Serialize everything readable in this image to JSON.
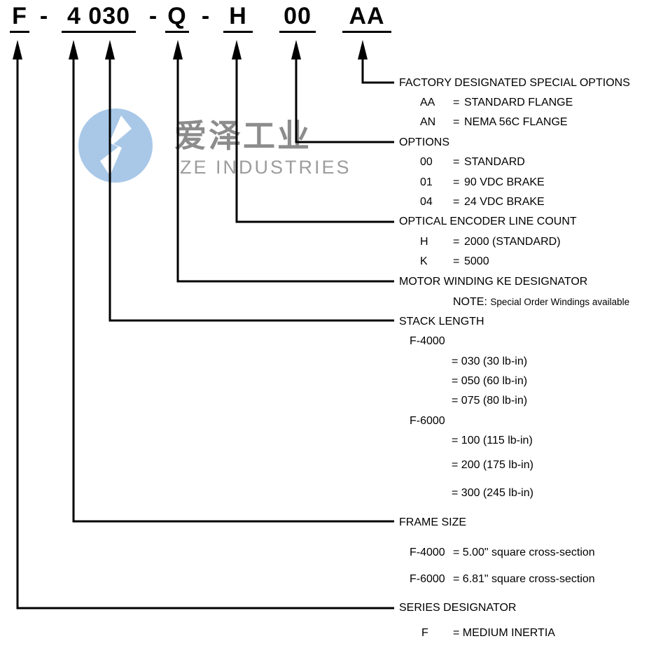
{
  "part_number": {
    "segments": [
      {
        "text": "F"
      },
      {
        "text": "-"
      },
      {
        "text": "4 030"
      },
      {
        "text": "-"
      },
      {
        "text": "Q"
      },
      {
        "text": "-"
      },
      {
        "text": "H"
      },
      {
        "text": "00"
      },
      {
        "text": "AA"
      }
    ]
  },
  "watermark": {
    "cjk": "爱泽工业",
    "latin": "ZE INDUSTRIES",
    "logo_color": "#a9c8e8",
    "cjk_color": "#8c8c8c",
    "latin_color": "#9c9c9c"
  },
  "sections": {
    "factory": {
      "label": "FACTORY DESIGNATED SPECIAL OPTIONS",
      "items": [
        {
          "code": "AA",
          "eq": "=",
          "value": "STANDARD FLANGE"
        },
        {
          "code": "AN",
          "eq": "=",
          "value": "NEMA 56C FLANGE"
        }
      ]
    },
    "options": {
      "label": "OPTIONS",
      "items": [
        {
          "code": "00",
          "eq": "=",
          "value": "STANDARD"
        },
        {
          "code": "01",
          "eq": "=",
          "value": "90 VDC BRAKE"
        },
        {
          "code": "04",
          "eq": "=",
          "value": "24 VDC BRAKE"
        }
      ]
    },
    "encoder": {
      "label": "OPTICAL ENCODER LINE COUNT",
      "items": [
        {
          "code": "H",
          "eq": "=",
          "value": "2000 (STANDARD)"
        },
        {
          "code": "K",
          "eq": "=",
          "value": "5000"
        }
      ]
    },
    "winding": {
      "label": "MOTOR WINDING KE DESIGNATOR",
      "note_label": "NOTE:",
      "note_text": "Special Order Windings available"
    },
    "stack": {
      "label": "STACK LENGTH",
      "groups": [
        {
          "name": "F-4000",
          "values": [
            "= 030 (30 lb-in)",
            "= 050 (60 lb-in)",
            "= 075 (80 lb-in)"
          ]
        },
        {
          "name": "F-6000",
          "values": [
            "= 100 (115 lb-in)",
            "= 200 (175 lb-in)",
            "= 300 (245 lb-in)"
          ]
        }
      ]
    },
    "frame": {
      "label": "FRAME SIZE",
      "items": [
        {
          "code": "F-4000",
          "value": "= 5.00\" square cross-section"
        },
        {
          "code": "F-6000",
          "value": "= 6.81\" square cross-section"
        }
      ]
    },
    "series": {
      "label": "SERIES DESIGNATOR",
      "items": [
        {
          "code": "F",
          "value": "= MEDIUM INERTIA"
        }
      ]
    }
  }
}
